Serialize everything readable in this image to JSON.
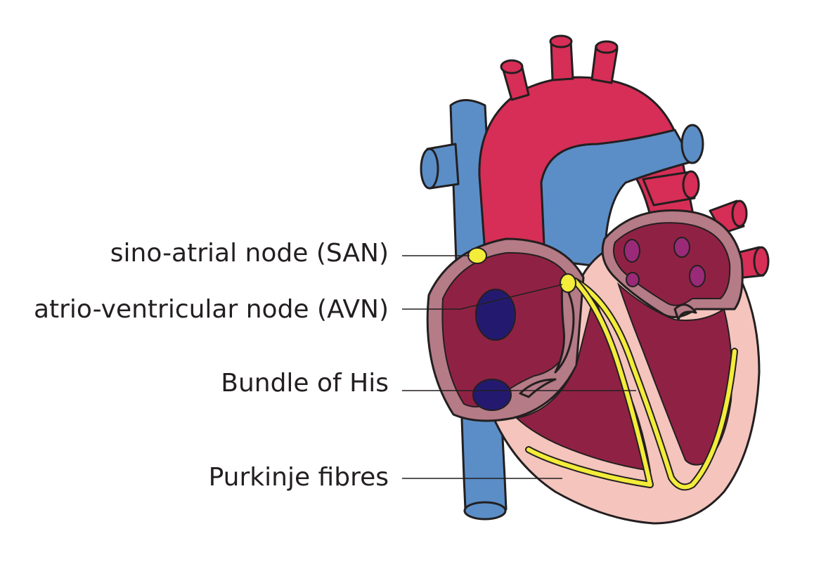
{
  "diagram": {
    "labels": {
      "san": "sino-atrial node (SAN)",
      "avn": "atrio-ventricular node (AVN)",
      "bundle": "Bundle of His",
      "purkinje": "Purkinje fibres"
    },
    "colors": {
      "aorta": "#d62e56",
      "vein": "#5b8ec7",
      "chamber": "#8f2244",
      "wall_atrium": "#b57b86",
      "wall_ventricle": "#f4c4bd",
      "node": "#f3ec3a",
      "valve_dark": "#231a70",
      "valve_purple": "#9a2a78"
    }
  }
}
